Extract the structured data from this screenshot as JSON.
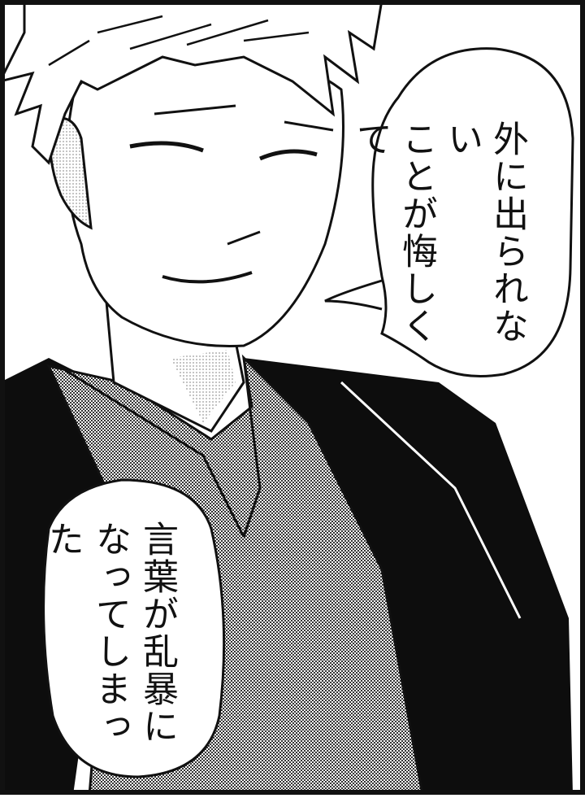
{
  "panel": {
    "type": "manga-panel",
    "style": "black-and-white screentone"
  },
  "speech_bubbles": [
    {
      "text": "外に出られない\nことが悔しくて"
    },
    {
      "text": "言葉が乱暴に\nなってしまった"
    }
  ],
  "colors": {
    "ink": "#111111",
    "paper": "#ffffff",
    "screentone": "#8a8a8a"
  }
}
